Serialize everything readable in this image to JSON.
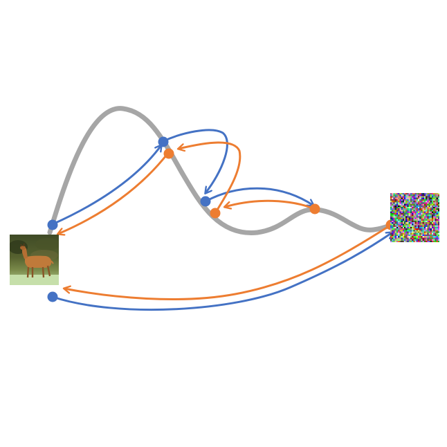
{
  "colors": {
    "trajectory": "#a6a6a6",
    "blue": "#4472c4",
    "orange": "#ed7d31",
    "background": "#ffffff"
  },
  "images": {
    "source": "deer-photo",
    "target": "noise-image"
  },
  "points": {
    "blue": 4,
    "orange": 4
  }
}
